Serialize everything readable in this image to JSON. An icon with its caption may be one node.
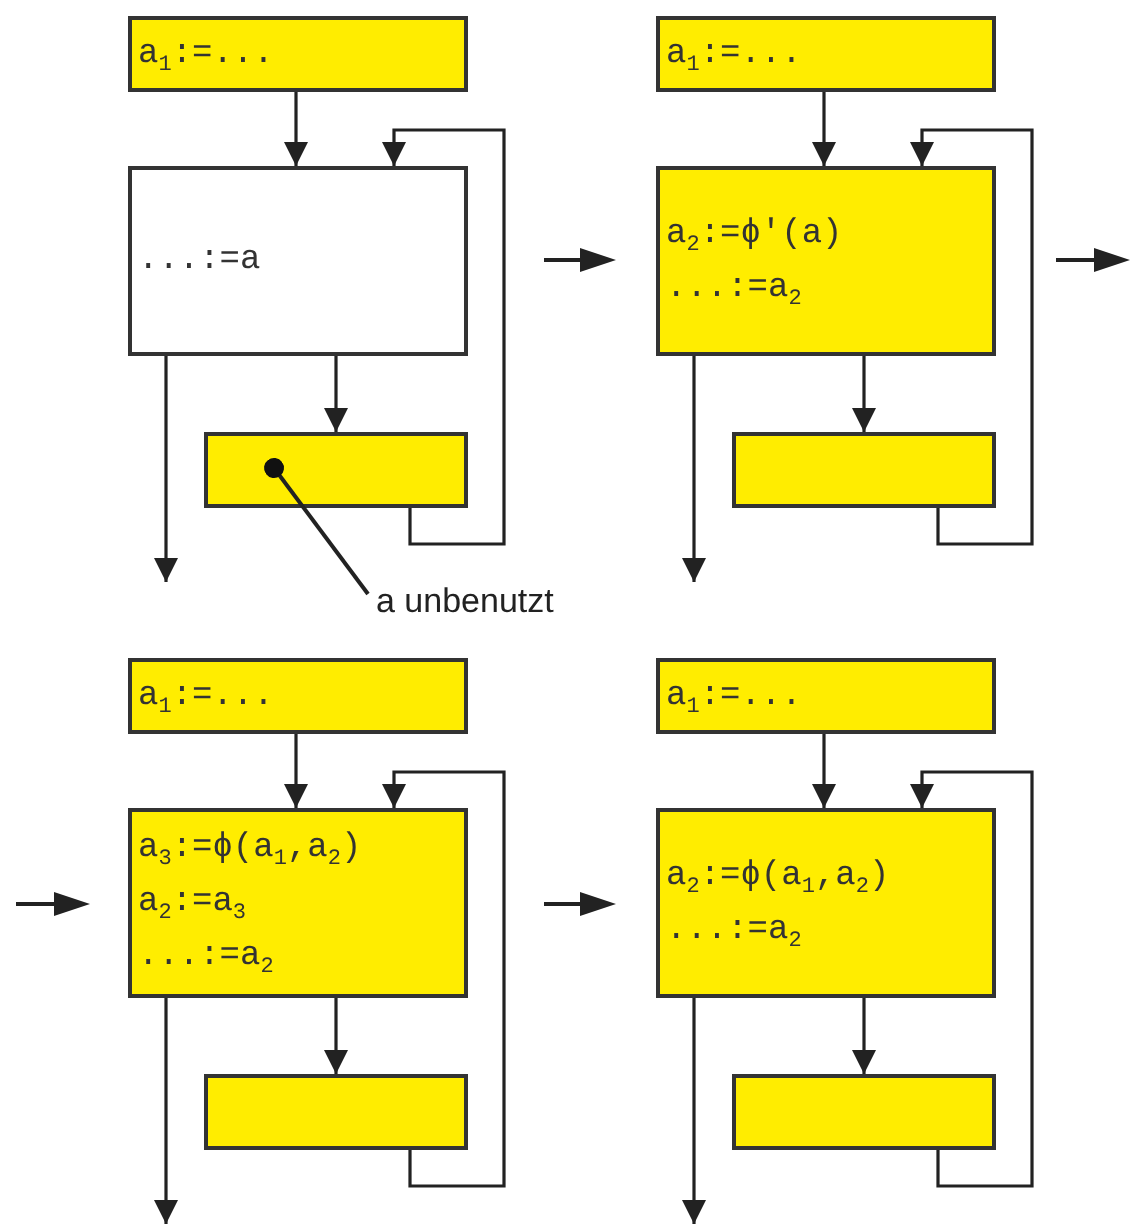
{
  "diagram": {
    "nodes": [
      {
        "text": [
          "a$_{1}$:=..."
        ]
      },
      {
        "text": [
          "...:=a"
        ]
      },
      {
        "text": [],
        "shape": "box"
      },
      {
        "text": [
          "a unbenutzt"
        ]
      },
      {
        "text": [
          "a$_{1}$:=..."
        ]
      },
      {
        "text": [
          "a$_{2}$:=ϕ'(a)",
          "...:=a$_{2}$"
        ]
      },
      {
        "text": [],
        "shape": "box"
      },
      {
        "text": [
          "a$_{1}$:=..."
        ]
      },
      {
        "text": [
          "a$_{3}$:=ϕ(a$_{1}$,a$_{2}$)",
          "a$_{2}$:=a$_{3}$",
          "...:=a$_{2}$"
        ]
      },
      {
        "text": [],
        "shape": "box"
      },
      {
        "text": [
          "a$_{1}$:=..."
        ]
      },
      {
        "text": [
          "a$_{2}$:=ϕ(a$_{1}$,a$_{2}$)",
          "...:=a$_{2}$"
        ]
      },
      {
        "text": [],
        "shape": "box"
      }
    ],
    "edges": [
      {
        "from": 0,
        "to": 1,
        "arrow": "to"
      },
      {
        "from": 1,
        "to": 2,
        "arrow": "to"
      },
      {
        "from": 2,
        "to": 1,
        "arrow": "to"
      },
      {
        "from": 1,
        "to": null,
        "arrow": "to"
      },
      {
        "from": 3,
        "to": 2,
        "arrow": "other"
      },
      {
        "from": 4,
        "to": 5,
        "arrow": "to"
      },
      {
        "from": 5,
        "to": 6,
        "arrow": "to"
      },
      {
        "from": 6,
        "to": 5,
        "arrow": "to"
      },
      {
        "from": 5,
        "to": null,
        "arrow": "to"
      },
      {
        "from": 7,
        "to": 8,
        "arrow": "to"
      },
      {
        "from": 8,
        "to": 9,
        "arrow": "to"
      },
      {
        "from": 9,
        "to": 8,
        "arrow": "to"
      },
      {
        "from": 8,
        "to": null,
        "arrow": "to"
      },
      {
        "from": 10,
        "to": 11,
        "arrow": "to"
      },
      {
        "from": 11,
        "to": 12,
        "arrow": "to"
      },
      {
        "from": 12,
        "to": 11,
        "arrow": "to"
      },
      {
        "from": 11,
        "to": null,
        "arrow": "to"
      }
    ]
  }
}
